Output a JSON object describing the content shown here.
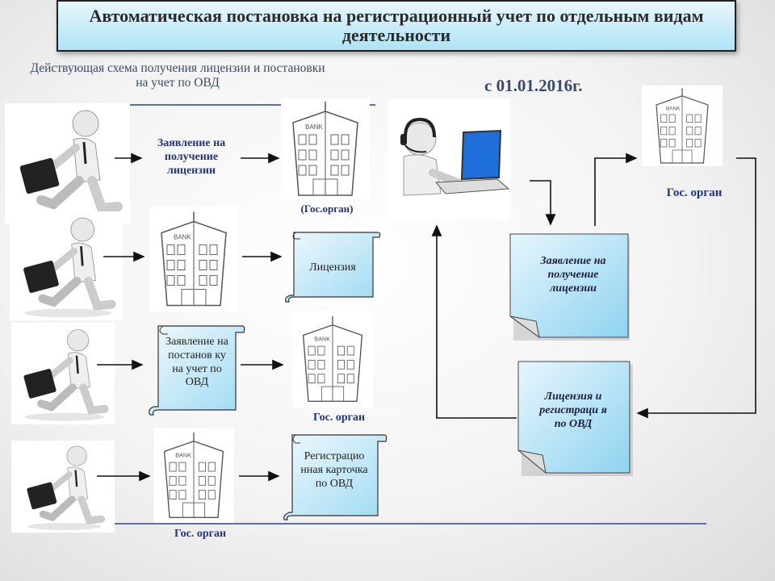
{
  "title": "Автоматическая постановка на регистрационный учет по отдельным видам деятельности",
  "subtitle": "Действующая схема получения лицензии и постановки на учет по ОВД",
  "date_label": "с 01.01.2016г.",
  "left_flow": {
    "row1_label": "Заявление на получение лицензии",
    "row1_org": "(Гос.орган)",
    "row2_doc": "Лицензия",
    "row3_doc": "Заявление на постанов ку на учет по ОВД",
    "row3_org": "Гос. орган",
    "row4_doc": "Регистрацио нная карточка по ОВД",
    "row4_org": "Гос. орган"
  },
  "right_flow": {
    "org": "Гос. орган",
    "doc1": "Заявление на получение лицензии",
    "doc2": "Лицензия и регистраци я по ОВД"
  },
  "colors": {
    "accent": "#aee3f6",
    "line": "#5b6fa8",
    "ink": "#24337a"
  }
}
